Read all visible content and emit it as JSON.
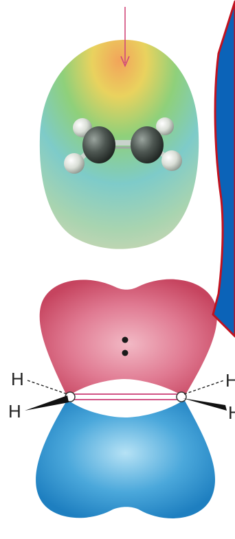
{
  "figure": {
    "labels": {
      "upper_left_h": "H",
      "lower_left_h": "H",
      "upper_right_h": "H",
      "lower_right_h": "H"
    },
    "lone_pair_symbol": ":",
    "colors": {
      "callout_fill": "#0B63B8",
      "callout_border": "#C1121F",
      "pi_top": "#D94F6E",
      "pi_bottom": "#2E93CF",
      "bond_line": "#C2185B",
      "arrow": "#D1477A"
    }
  }
}
